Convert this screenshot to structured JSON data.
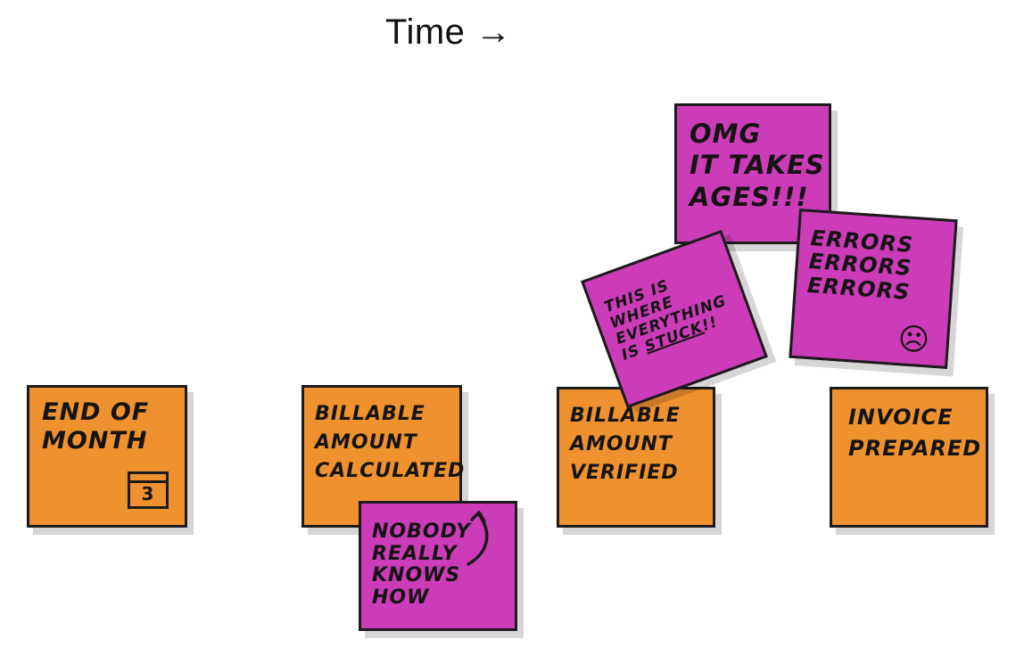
{
  "header": {
    "title": "Time →"
  },
  "colors": {
    "process_note": "#f0912f",
    "issue_note": "#cc3cb8",
    "outline": "#1b1b1b"
  },
  "process_steps": [
    {
      "lines": [
        "End of",
        "Month"
      ],
      "calendar_day": "3"
    },
    {
      "lines": [
        "Billable",
        "amount",
        "calculated"
      ]
    },
    {
      "lines": [
        "Billable",
        "amount",
        "verified"
      ]
    },
    {
      "lines": [
        "Invoice",
        "prepared"
      ]
    }
  ],
  "issues": [
    {
      "lines": [
        "Nobody",
        "really",
        "knows",
        "how"
      ],
      "icon": "curved-arrow-icon"
    },
    {
      "lines": [
        "OMG",
        "it takes",
        "ages!!!"
      ]
    },
    {
      "lines": [
        "Errors",
        "errors",
        "errors"
      ],
      "icon": "frown-icon"
    },
    {
      "lines": [
        "This is",
        "where",
        "everything"
      ],
      "last_prefix": "is ",
      "last_emphasis": "stuck",
      "last_suffix": "!!"
    }
  ]
}
